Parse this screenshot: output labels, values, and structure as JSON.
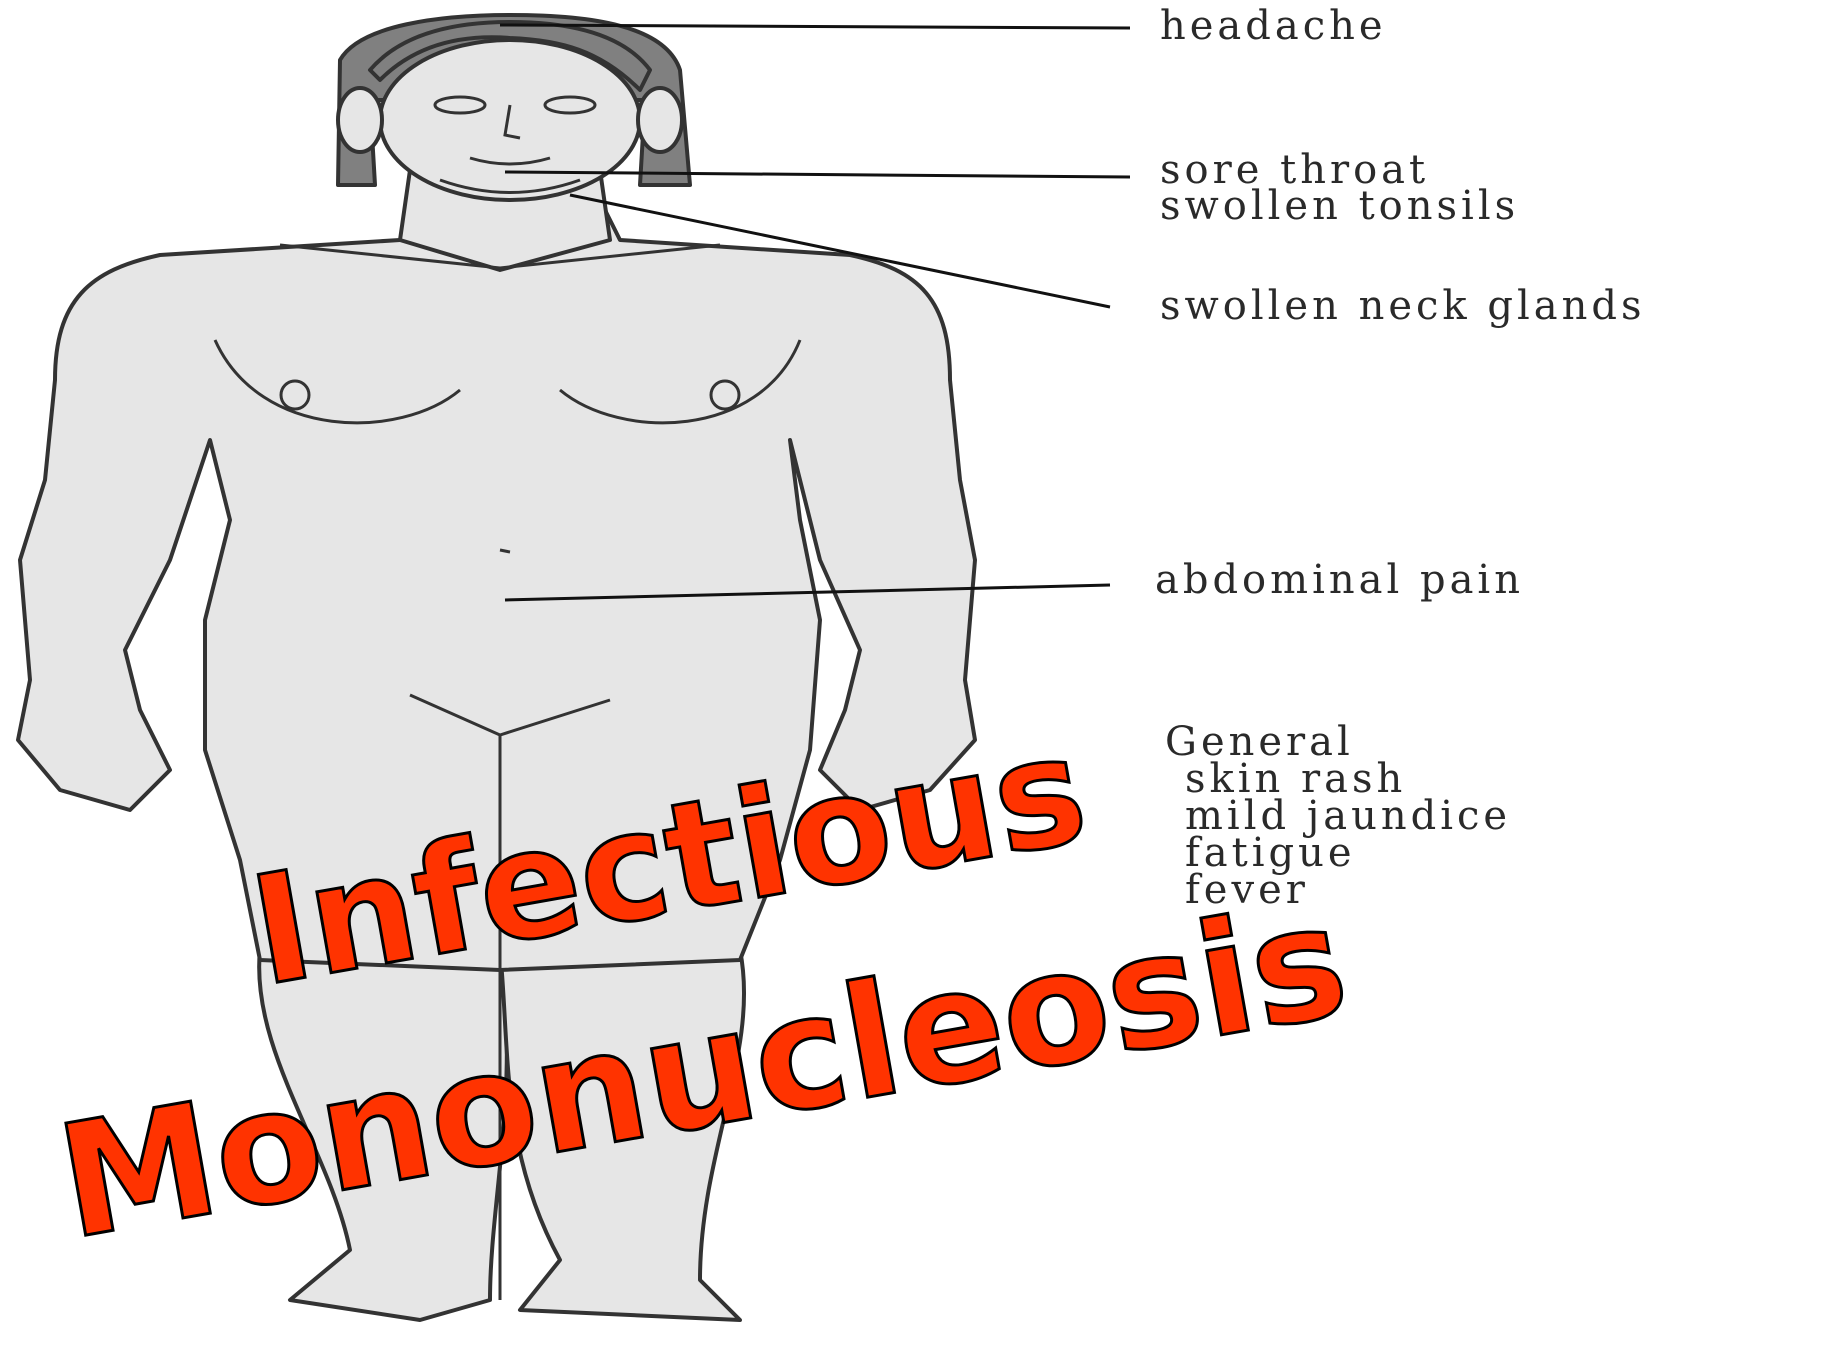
{
  "diagram": {
    "title_line1": "Infectious",
    "title_line2": "Mononucleosis",
    "title_color": "#ff3300",
    "body_fill": "#e6e6e6",
    "hair_fill": "#808080",
    "symptoms": {
      "headache": "headache",
      "sore_throat": "sore throat",
      "swollen_tonsils": "swollen tonsils",
      "swollen_neck_glands": "swollen neck glands",
      "abdominal_pain": "abdominal pain"
    },
    "general": {
      "heading": "General",
      "items": [
        "skin rash",
        "mild jaundice",
        "fatigue",
        "fever"
      ]
    }
  }
}
